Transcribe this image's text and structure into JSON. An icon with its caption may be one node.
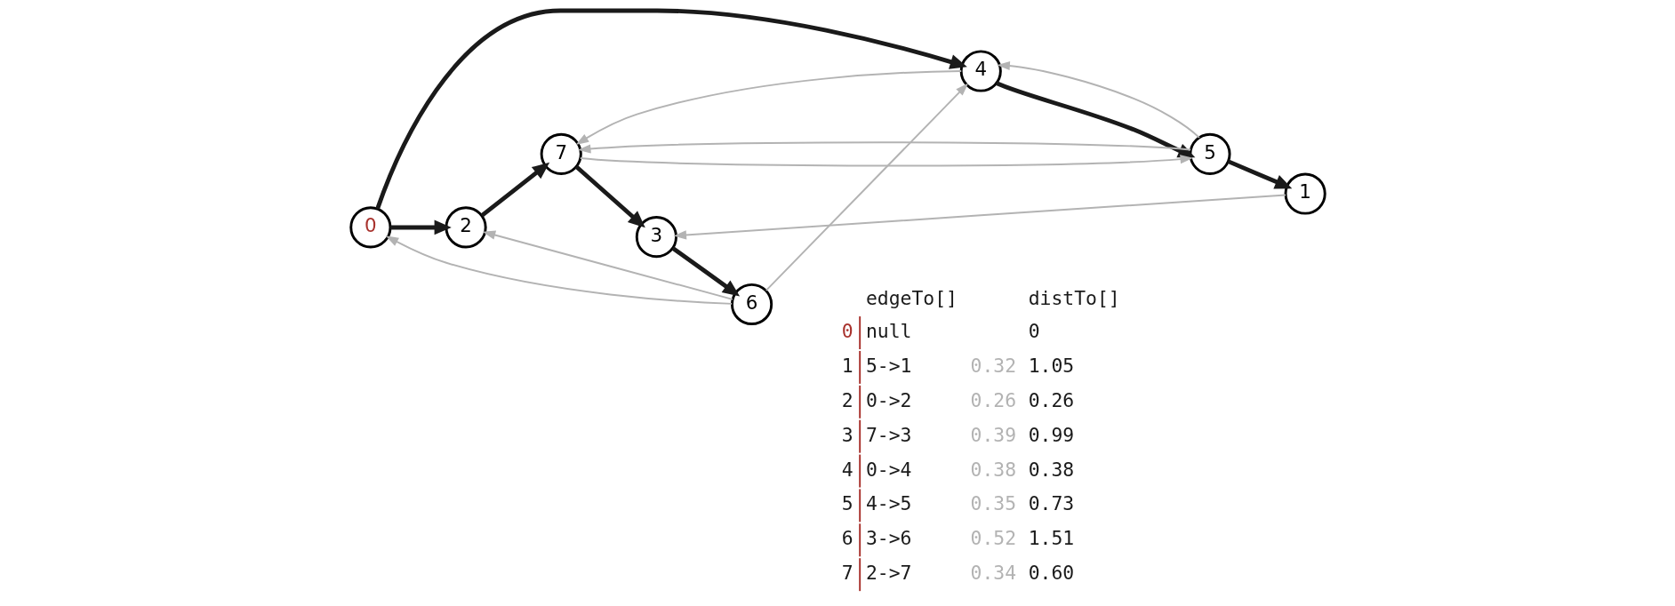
{
  "diagram": {
    "nodes": [
      {
        "text": [
          "0"
        ]
      },
      {
        "text": [
          "1"
        ]
      },
      {
        "text": [
          "2"
        ]
      },
      {
        "text": [
          "3"
        ]
      },
      {
        "text": [
          "4"
        ]
      },
      {
        "text": [
          "5"
        ]
      },
      {
        "text": [
          "6"
        ]
      },
      {
        "text": [
          "7"
        ]
      }
    ],
    "edges": [
      {
        "from": 4,
        "to": 5,
        "arrow": "to",
        "style": "thick",
        "color": "#1a1a1a"
      },
      {
        "from": 5,
        "to": 4,
        "arrow": "to"
      },
      {
        "from": 4,
        "to": 7,
        "arrow": "to"
      },
      {
        "from": 5,
        "to": 7,
        "arrow": "to"
      },
      {
        "from": 7,
        "to": 5,
        "arrow": "to"
      },
      {
        "from": 5,
        "to": 1,
        "arrow": "to",
        "style": "thick",
        "color": "#1a1a1a"
      },
      {
        "from": 0,
        "to": 4,
        "arrow": "to",
        "style": "thick",
        "color": "#1a1a1a"
      },
      {
        "from": 0,
        "to": 2,
        "arrow": "to",
        "style": "thick",
        "color": "#1a1a1a"
      },
      {
        "from": 7,
        "to": 3,
        "arrow": "to",
        "style": "thick",
        "color": "#1a1a1a"
      },
      {
        "from": 1,
        "to": 3,
        "arrow": "to"
      },
      {
        "from": 2,
        "to": 7,
        "arrow": "to",
        "style": "thick",
        "color": "#1a1a1a"
      },
      {
        "from": 6,
        "to": 2,
        "arrow": "to"
      },
      {
        "from": 3,
        "to": 6,
        "arrow": "to",
        "style": "thick",
        "color": "#1a1a1a"
      },
      {
        "from": 6,
        "to": 0,
        "arrow": "to"
      },
      {
        "from": 6,
        "to": 4,
        "arrow": "to"
      }
    ],
    "labels": [
      "edgeTo[]",
      "distTo[]",
      "0",
      "null",
      "0",
      "1",
      "5->1",
      "0.32",
      "1.05",
      "2",
      "0->2",
      "0.26",
      "0.26",
      "3",
      "7->3",
      "0.39",
      "0.99",
      "4",
      "0->4",
      "0.38",
      "0.38",
      "5",
      "4->5",
      "0.35",
      "0.73",
      "6",
      "3->6",
      "0.52",
      "1.51",
      "7",
      "2->7",
      "0.34",
      "0.60"
    ]
  }
}
